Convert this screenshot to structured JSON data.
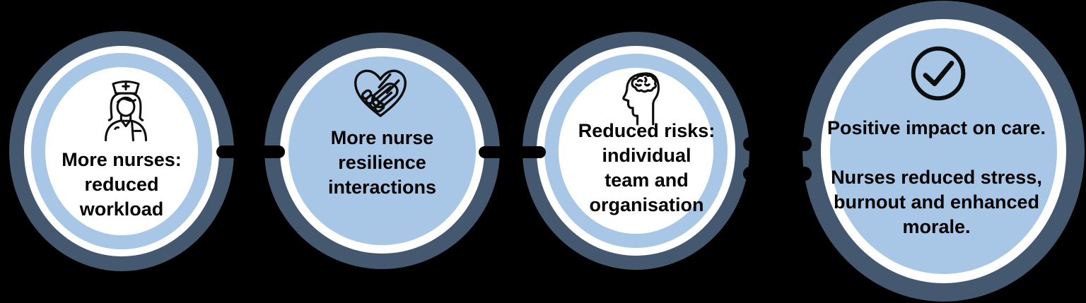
{
  "colors": {
    "ring-dark": "#445870",
    "ring-light-blue": "#A8C6E6",
    "ring-white": "#FFFFFF",
    "connector-black": "#000000",
    "text": "#000000",
    "background": "#000000"
  },
  "diagram": {
    "type": "process-flow",
    "nodes": [
      {
        "id": "more-nurses",
        "icon": "nurse-icon",
        "fill": "white-center",
        "text": "More nurses:\nreduced\nworkload"
      },
      {
        "id": "nurse-resilience",
        "icon": "heart-handshake-icon",
        "fill": "light-blue",
        "text": "More nurse\nresilience\ninteractions"
      },
      {
        "id": "reduced-risks",
        "icon": "head-brain-icon",
        "fill": "white-center",
        "text": "Reduced risks:\nindividual\nteam and\norganisation"
      },
      {
        "id": "positive-impact",
        "icon": "check-circle-icon",
        "fill": "light-blue",
        "text": "Positive impact on care.\n\nNurses reduced stress,\nburnout and enhanced\nmorale."
      }
    ],
    "connectors": [
      {
        "from": "more-nurses",
        "to": "nurse-resilience",
        "style": "single-dash"
      },
      {
        "from": "nurse-resilience",
        "to": "reduced-risks",
        "style": "single-dash"
      },
      {
        "from": "reduced-risks",
        "to": "positive-impact",
        "style": "double-dash"
      }
    ]
  }
}
